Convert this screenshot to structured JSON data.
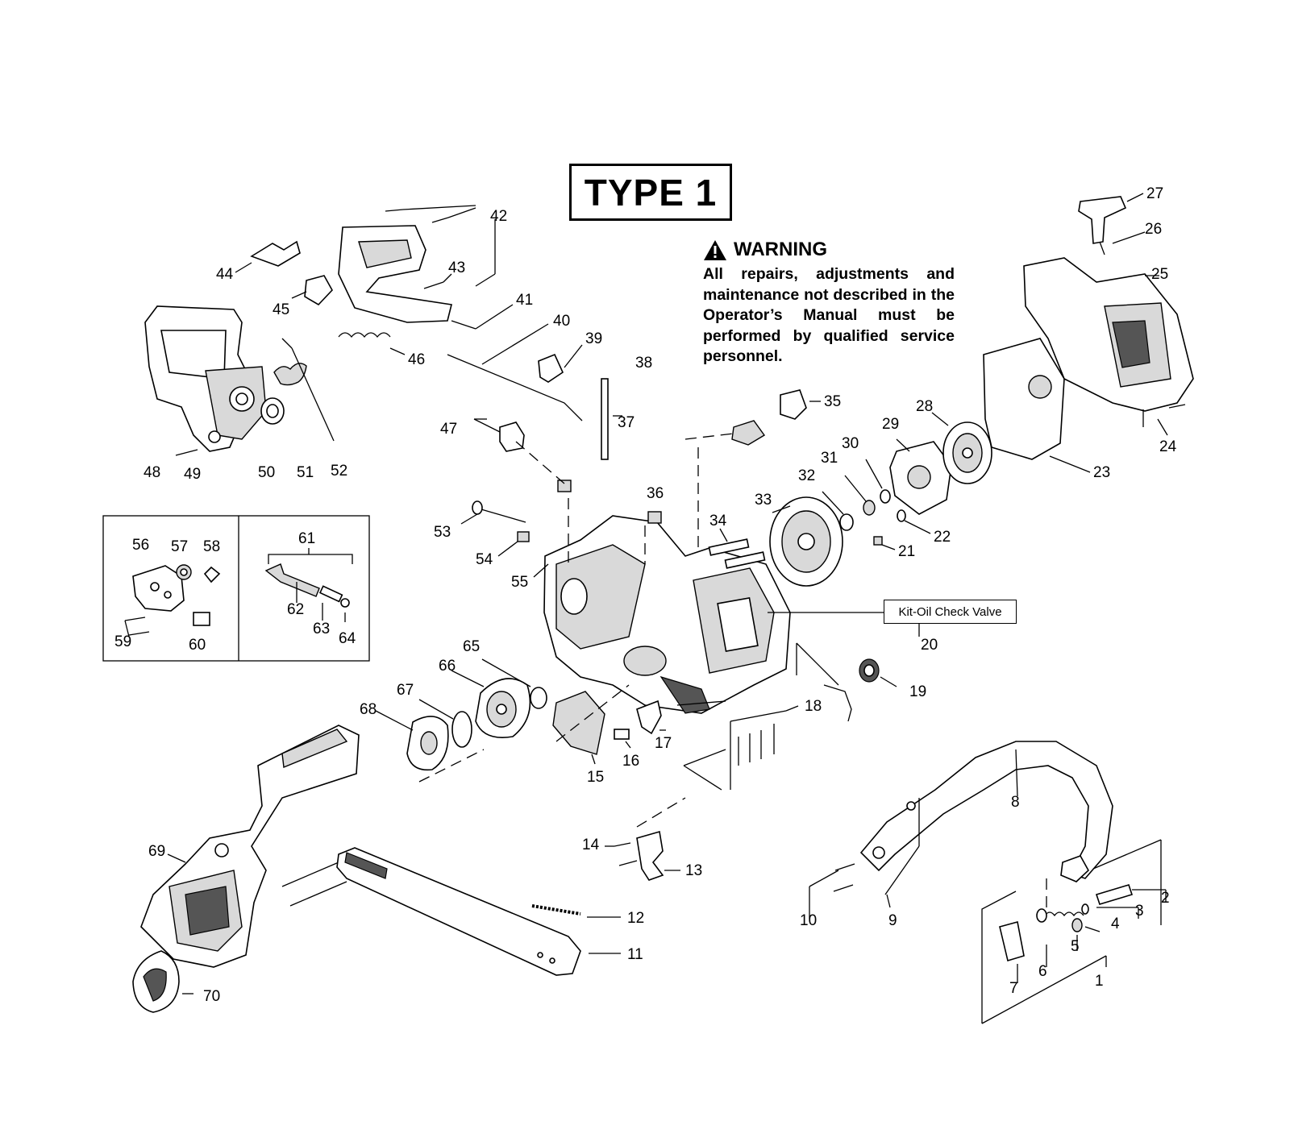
{
  "header": {
    "type_label": "TYPE 1"
  },
  "warning": {
    "title": "WARNING",
    "body": "All repairs, adjustments and maintenance not described in the Operator’s Manual must be performed by qualified service personnel."
  },
  "kit_label": "Kit-Oil Check Valve",
  "parts": {
    "p1": "1",
    "p2": "2",
    "p3": "3",
    "p4": "4",
    "p5": "5",
    "p6": "6",
    "p7": "7",
    "p8": "8",
    "p9": "9",
    "p10": "10",
    "p11": "11",
    "p12": "12",
    "p13": "13",
    "p14": "14",
    "p15": "15",
    "p16": "16",
    "p17": "17",
    "p18": "18",
    "p19": "19",
    "p20": "20",
    "p21": "21",
    "p22": "22",
    "p23": "23",
    "p24": "24",
    "p25": "25",
    "p26": "26",
    "p27": "27",
    "p28": "28",
    "p29": "29",
    "p30": "30",
    "p31": "31",
    "p32": "32",
    "p33": "33",
    "p34": "34",
    "p35": "35",
    "p36": "36",
    "p37": "37",
    "p38": "38",
    "p39": "39",
    "p40": "40",
    "p41": "41",
    "p42": "42",
    "p43": "43",
    "p44": "44",
    "p45": "45",
    "p46": "46",
    "p47": "47",
    "p48": "48",
    "p49": "49",
    "p50": "50",
    "p51": "51",
    "p52": "52",
    "p53": "53",
    "p54": "54",
    "p55": "55",
    "p56": "56",
    "p57": "57",
    "p58": "58",
    "p59": "59",
    "p60": "60",
    "p61": "61",
    "p62": "62",
    "p63": "63",
    "p64": "64",
    "p65": "65",
    "p66": "66",
    "p67": "67",
    "p68": "68",
    "p69": "69",
    "p70": "70"
  }
}
